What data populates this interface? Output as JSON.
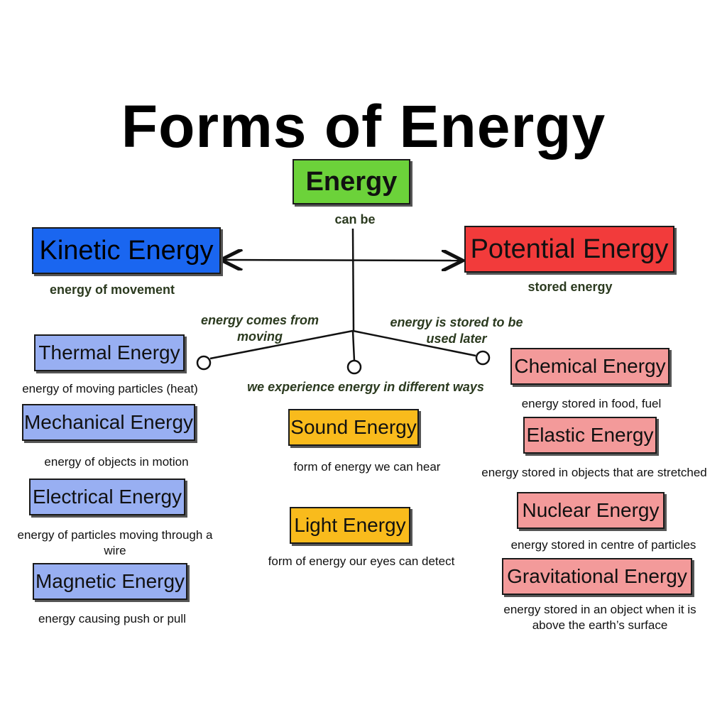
{
  "title": "Forms of Energy",
  "root": {
    "label": "Energy",
    "sub": "can be"
  },
  "kinetic": {
    "label": "Kinetic Energy",
    "desc": "energy of movement"
  },
  "potential": {
    "label": "Potential Energy",
    "desc": "stored energy"
  },
  "connectors": {
    "left": "energy comes from moving",
    "right": "energy is stored to be used later",
    "middle": "we experience energy in different ways"
  },
  "kinetic_forms": [
    {
      "label": "Thermal Energy",
      "desc": "energy of moving particles (heat)"
    },
    {
      "label": "Mechanical Energy",
      "desc": "energy of objects in motion"
    },
    {
      "label": "Electrical Energy",
      "desc": "energy of particles moving through a wire"
    },
    {
      "label": "Magnetic Energy",
      "desc": "energy causing push or pull"
    }
  ],
  "experienced_forms": [
    {
      "label": "Sound Energy",
      "desc": "form of energy we can hear"
    },
    {
      "label": "Light Energy",
      "desc": "form of energy our eyes can detect"
    }
  ],
  "potential_forms": [
    {
      "label": "Chemical Energy",
      "desc": "energy stored in food, fuel"
    },
    {
      "label": "Elastic Energy",
      "desc": "energy stored in objects that are stretched"
    },
    {
      "label": "Nuclear Energy",
      "desc": "energy stored in centre of particles"
    },
    {
      "label": "Gravitational Energy",
      "desc": "energy stored in an object when it is above the earth’s surface"
    }
  ],
  "colors": {
    "root": "#6cd23a",
    "kinetic": "#1a66f0",
    "potential": "#f23b3b",
    "kinetic_forms": "#98aff2",
    "potential_forms": "#f39a9a",
    "experienced_forms": "#f9bb1c"
  }
}
